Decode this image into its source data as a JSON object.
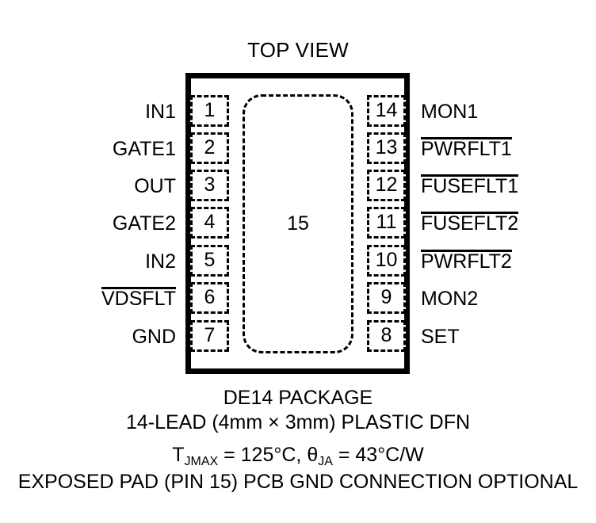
{
  "diagram": {
    "title": "TOP VIEW",
    "exposed_pad_number": "15",
    "pins_left": [
      {
        "number": "1",
        "label": "IN1",
        "overline": false
      },
      {
        "number": "2",
        "label": "GATE1",
        "overline": false
      },
      {
        "number": "3",
        "label": "OUT",
        "overline": false
      },
      {
        "number": "4",
        "label": "GATE2",
        "overline": false
      },
      {
        "number": "5",
        "label": "IN2",
        "overline": false
      },
      {
        "number": "6",
        "label": "VDSFLT",
        "overline": true
      },
      {
        "number": "7",
        "label": "GND",
        "overline": false
      }
    ],
    "pins_right": [
      {
        "number": "14",
        "label": "MON1",
        "overline": false
      },
      {
        "number": "13",
        "label": "PWRFLT1",
        "overline": true
      },
      {
        "number": "12",
        "label": "FUSEFLT1",
        "overline": true
      },
      {
        "number": "11",
        "label": "FUSEFLT2",
        "overline": true
      },
      {
        "number": "10",
        "label": "PWRFLT2",
        "overline": true
      },
      {
        "number": "9",
        "label": "MON2",
        "overline": false
      },
      {
        "number": "8",
        "label": "SET",
        "overline": false
      }
    ]
  },
  "caption": {
    "line1": "DE14 PACKAGE",
    "line2": "14-LEAD (4mm × 3mm) PLASTIC DFN",
    "line3": {
      "t_symbol": "T",
      "t_subscript": "JMAX",
      "t_value": " = 125°C, ",
      "theta_symbol": "θ",
      "theta_subscript": "JA",
      "theta_value": " = 43°C/W"
    },
    "line4": "EXPOSED PAD (PIN 15) PCB GND CONNECTION OPTIONAL"
  },
  "colors": {
    "ink": "#000000",
    "paper": "#ffffff"
  }
}
